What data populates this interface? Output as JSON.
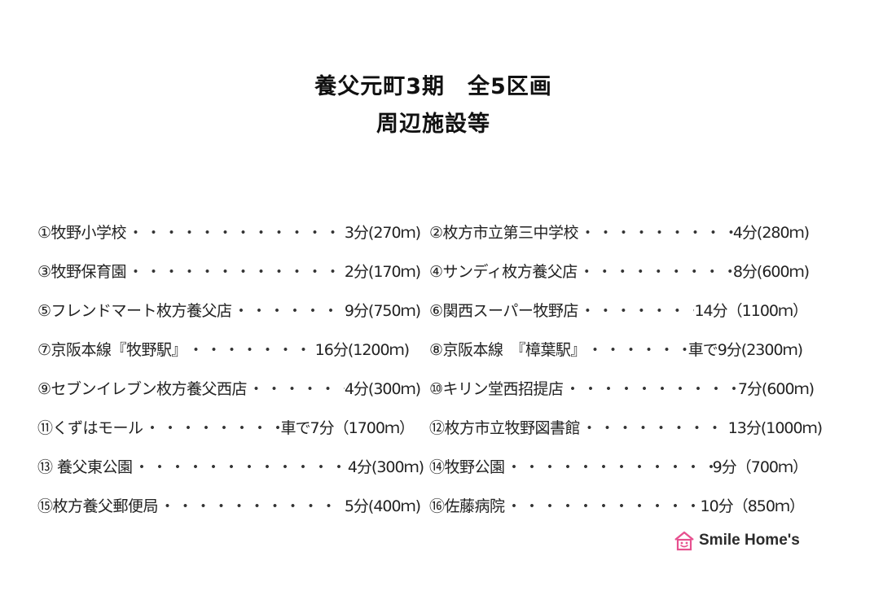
{
  "header": {
    "title_line1": "養父元町3期　全5区画",
    "title_line2": "周辺施設等"
  },
  "facilities": {
    "left": [
      {
        "name": "①牧野小学校",
        "distance": "3分(270ｍ)"
      },
      {
        "name": "③牧野保育園",
        "distance": "2分(170ｍ)"
      },
      {
        "name": "⑤フレンドマート枚方養父店",
        "distance": "9分(750ｍ)"
      },
      {
        "name": "⑦京阪本線『牧野駅』",
        "distance": "16分(1200ｍ)"
      },
      {
        "name": "⑨セブンイレブン枚方養父西店",
        "distance": "4分(300ｍ)"
      },
      {
        "name": "⑪くずはモール",
        "distance": "車で7分（1700ｍ）"
      },
      {
        "name": "⑬ 養父東公園",
        "distance": "4分(300ｍ)"
      },
      {
        "name": "⑮枚方養父郵便局",
        "distance": "5分(400ｍ)"
      }
    ],
    "right": [
      {
        "name": "②枚方市立第三中学校",
        "distance": "4分(280ｍ)"
      },
      {
        "name": "④サンディ枚方養父店",
        "distance": "8分(600ｍ)"
      },
      {
        "name": "⑥関西スーパー牧野店",
        "distance": "14分（1100ｍ）"
      },
      {
        "name": "⑧京阪本線　『樟葉駅』",
        "distance": "車で9分(2300ｍ)"
      },
      {
        "name": "⑩キリン堂西招提店",
        "distance": "7分(600ｍ)"
      },
      {
        "name": "⑫枚方市立牧野図書館",
        "distance": "13分(1000ｍ)"
      },
      {
        "name": "⑭牧野公園",
        "distance": "9分（700ｍ）"
      },
      {
        "name": "⑯佐藤病院",
        "distance": "10分（850ｍ）"
      }
    ]
  },
  "logo": {
    "text": "Smile Home's",
    "icon": "house-logo-icon",
    "color": "#e7508f"
  }
}
